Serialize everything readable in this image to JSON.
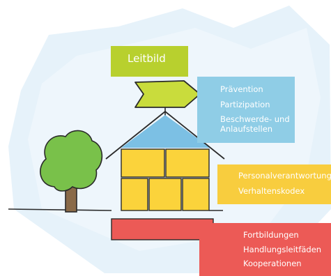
{
  "diagram": {
    "boxes": {
      "leitbild": {
        "lines": [
          "Leitbild"
        ]
      },
      "praevention": {
        "lines": [
          "Prävention",
          "Partizipation",
          "Beschwerde- und",
          "Anlaufstellen"
        ]
      },
      "personal": {
        "lines": [
          "Personalverantwortung",
          "Verhaltenskodex"
        ]
      },
      "fortbildung": {
        "lines": [
          "Fortbildungen",
          "Handlungsleitfäden",
          "Kooperationen"
        ]
      }
    },
    "colors": {
      "background_blob": "#e6f2fa",
      "leitbild": "#b8d02e",
      "arrow_sign": "#c9dc3c",
      "roof": "#7cc0e4",
      "praevention": "#8fcde6",
      "walls": "#fbd33b",
      "personal": "#f8cd3e",
      "foundation": "#ec5a56",
      "fortbildung": "#ec5a56",
      "tree_crown": "#79c14a",
      "tree_trunk": "#8a6a48",
      "outline": "#2a2a2a"
    }
  }
}
